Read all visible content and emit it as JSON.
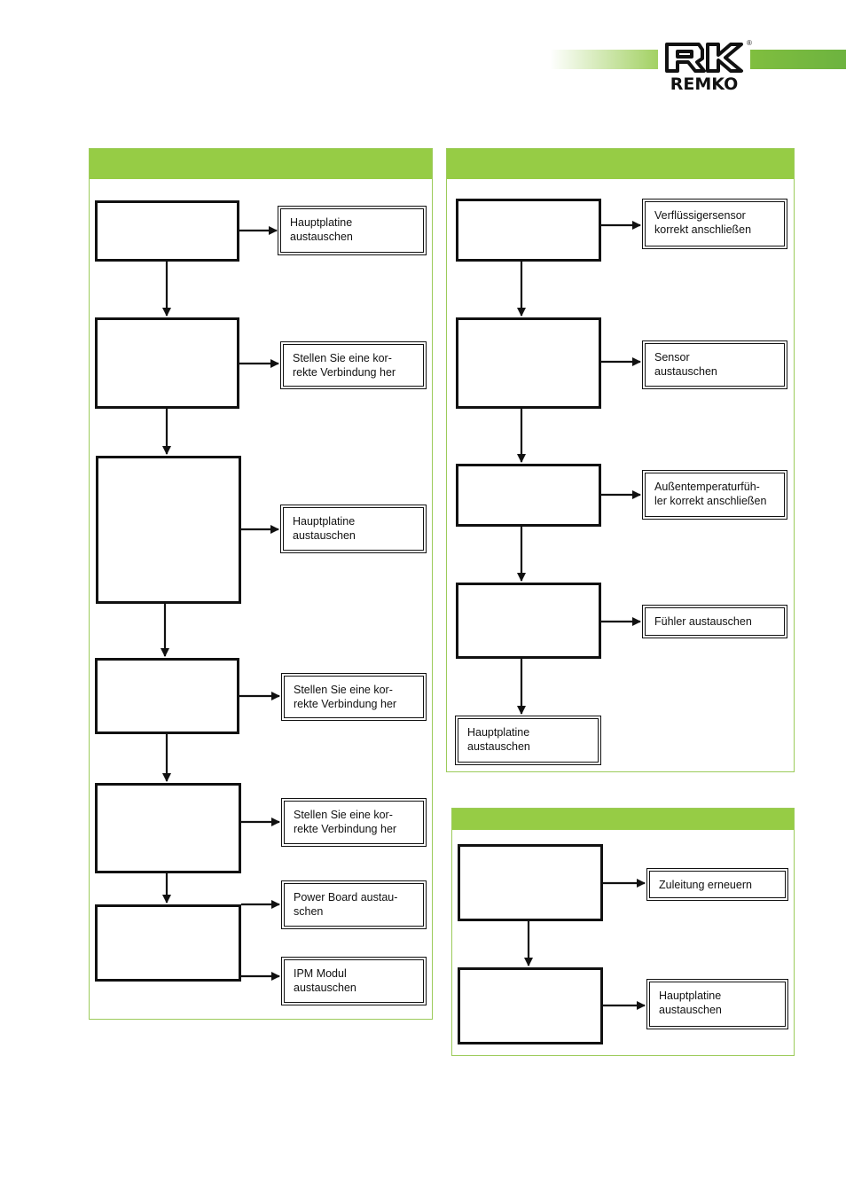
{
  "brand": {
    "logo_text": "REMKO",
    "registered_mark": "®",
    "colors": {
      "accent": "#96cc45",
      "line": "#111111"
    }
  },
  "left_panel": {
    "actions": [
      "Hauptplatine\naustauschen",
      "Stellen Sie eine kor-\nrekte Verbindung her",
      "Hauptplatine\naustauschen",
      "Stellen Sie eine kor-\nrekte Verbindung her",
      "Stellen Sie eine kor-\nrekte Verbindung her",
      "Power Board austau-\nschen",
      "IPM Modul\naustauschen"
    ]
  },
  "right_panel": {
    "actions": [
      "Verflüssigersensor\nkorrekt anschließen",
      "Sensor\naustauschen",
      "Außentemperaturfüh-\nler korrekt anschließen",
      "Fühler austauschen",
      "Hauptplatine\naustauschen"
    ]
  },
  "bottom_panel": {
    "actions": [
      "Zuleitung erneuern",
      "Hauptplatine\naustauschen"
    ]
  }
}
